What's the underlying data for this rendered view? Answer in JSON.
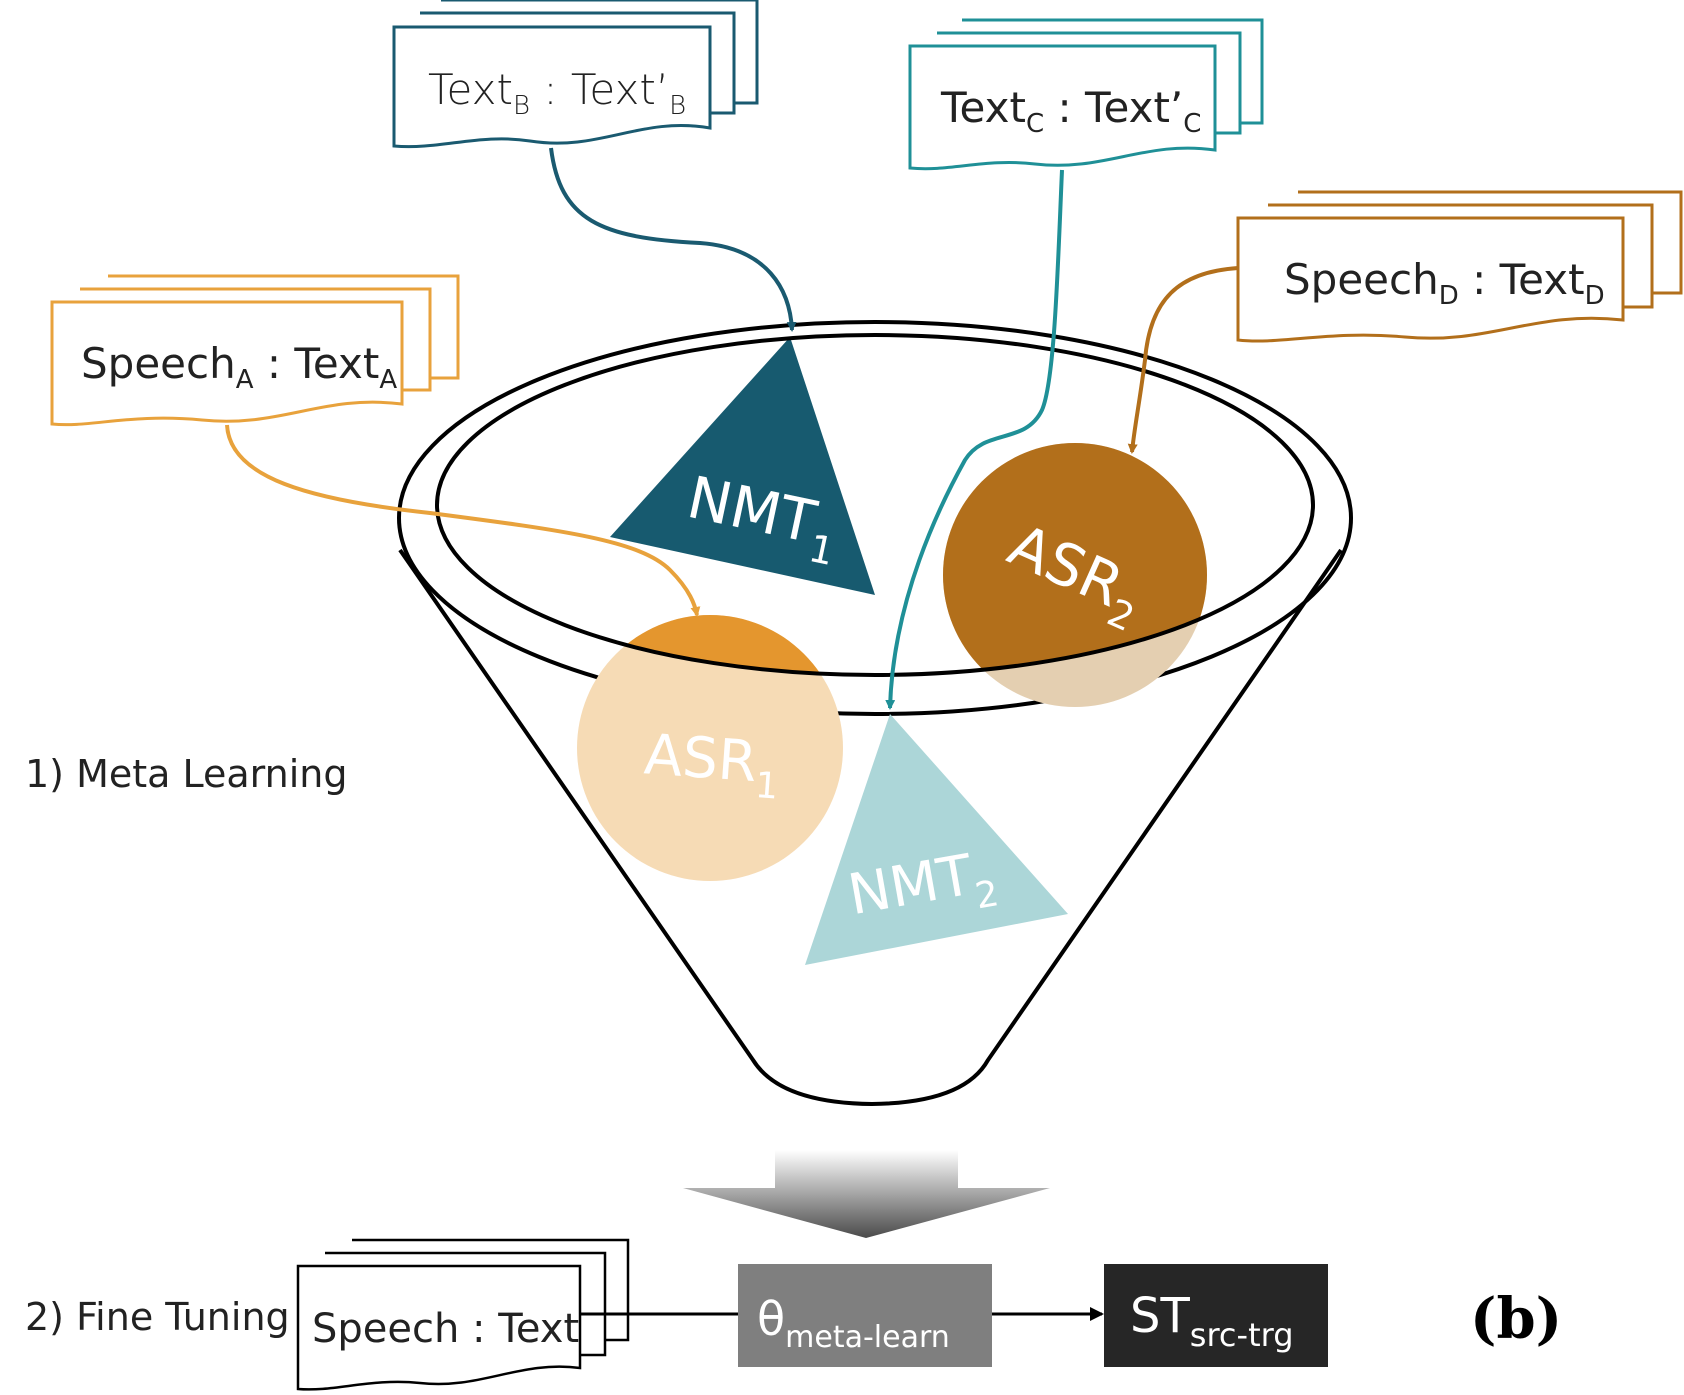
{
  "documents": {
    "text_b": {
      "main": "Text",
      "main_sub": "B",
      "sep": " : ",
      "second": "Text’",
      "second_sub": "B"
    },
    "text_c": {
      "main": "Text",
      "main_sub": "C",
      "sep": " : ",
      "second": "Text’",
      "second_sub": "C"
    },
    "speech_d": {
      "main": "Speech",
      "main_sub": "D",
      "sep": " : ",
      "second": "Text",
      "second_sub": "D"
    },
    "speech_a": {
      "main": "Speech",
      "main_sub": "A",
      "sep": " : ",
      "second": "Text",
      "second_sub": "A"
    },
    "speech_text": {
      "label": "Speech : Text"
    }
  },
  "models": {
    "nmt1": {
      "main": "NMT",
      "sub": "1"
    },
    "nmt2": {
      "main": "NMT",
      "sub": "2"
    },
    "asr1": {
      "main": "ASR",
      "sub": "1"
    },
    "asr2": {
      "main": "ASR",
      "sub": "2"
    }
  },
  "stages": {
    "meta_learning": "1) Meta Learning",
    "fine_tuning": "2) Fine Tuning"
  },
  "pipeline": {
    "theta": {
      "main": "θ",
      "sub": "meta-learn"
    },
    "st": {
      "main": "ST",
      "sub": "src-trg"
    }
  },
  "panel_label": "(b)",
  "colors": {
    "text_b": "#1a5a70",
    "text_c": "#1f9097",
    "speech_d": "#b26f1b",
    "speech_a": "#e8a23c",
    "nmt1": "#175a6f",
    "nmt2": "#acd6d8",
    "asr1_light": "#f6dbb5",
    "asr1_dark": "#e4962e",
    "asr2_dark": "#b26f1b",
    "asr2_light": "#e4cfb1",
    "theta_box": "#7f7f7f",
    "st_box": "#262626"
  }
}
